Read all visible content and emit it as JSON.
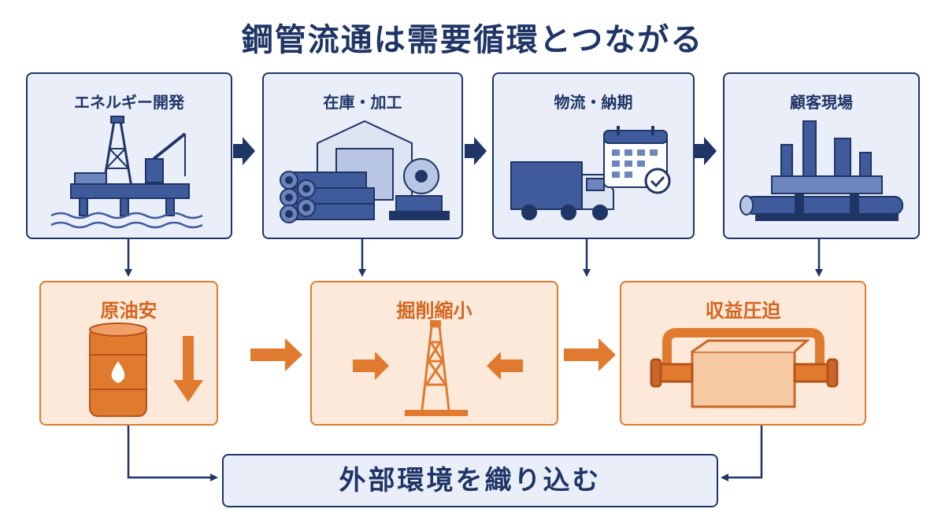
{
  "title": "鋼管流通は需要循環とつながる",
  "top_row": [
    {
      "label": "エネルギー開発",
      "icon": "offshore-rig-icon"
    },
    {
      "label": "在庫・加工",
      "icon": "warehouse-pipes-saw-icon"
    },
    {
      "label": "物流・納期",
      "icon": "truck-calendar-icon"
    },
    {
      "label": "顧客現場",
      "icon": "refinery-pipeline-icon"
    }
  ],
  "middle_row": [
    {
      "label": "原油安",
      "icon": "oil-barrel-down-icon"
    },
    {
      "label": "掘削縮小",
      "icon": "drilling-rig-squeeze-icon"
    },
    {
      "label": "収益圧迫",
      "icon": "clamp-box-icon"
    }
  ],
  "bottom": {
    "label": "外部環境を織り込む"
  },
  "colors": {
    "navy": "#1f3566",
    "blue_fill": "#e9eef8",
    "orange": "#e07a2e",
    "orange_fill": "#fde9da"
  }
}
